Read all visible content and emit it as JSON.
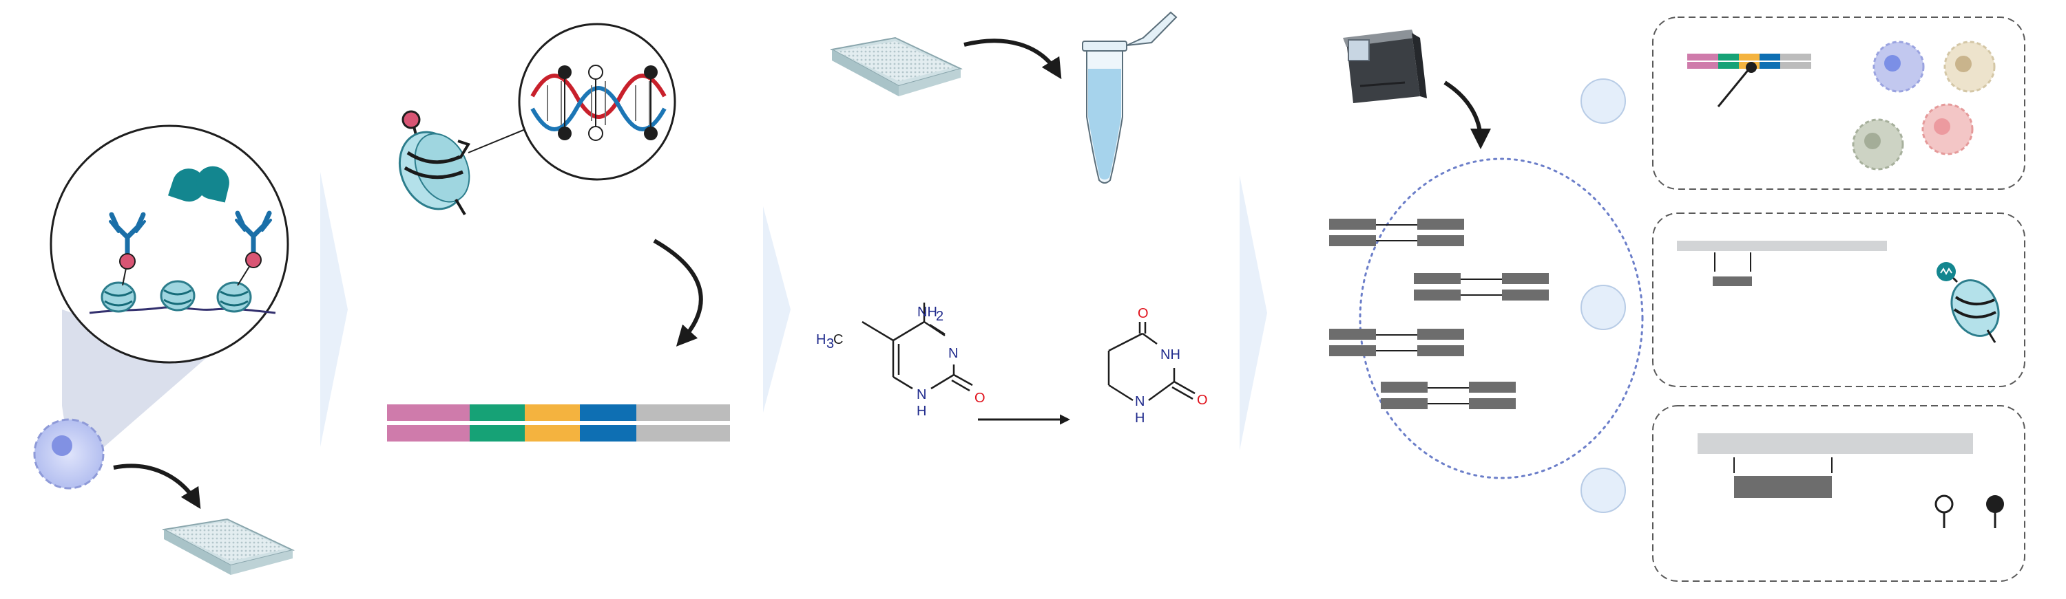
{
  "molecules": {
    "methylcytosine": {
      "amine": "NH",
      "amine_sub": "2",
      "ring_n_top": "N",
      "ring_nh": "N",
      "ring_nh_h": "H",
      "carbonyl_o": "O",
      "methyl": "H",
      "methyl_sub": "3",
      "methyl_c": "C"
    },
    "dihydrouracil": {
      "carbonyl_top": "O",
      "nh_upper": "NH",
      "nh_lower": "N",
      "nh_lower_h": "H",
      "carbonyl_side": "O"
    }
  },
  "colors": {
    "barcode_segments": [
      "#cf7bab",
      "#16a276",
      "#f4b33f",
      "#0e6fb3",
      "#bcbcbc"
    ],
    "nucleosome": "#9fd6e0",
    "nucleosome_edge": "#2c7d8c",
    "antibody": "#1a6fa8",
    "enzyme": "#13868f",
    "marker": "#d95574",
    "dna_red": "#c8202b",
    "dna_blue": "#1c76b5",
    "arrow": "#1b1b1b",
    "chevron": "#e8f0fa",
    "cell_fill": "#c4cdf0",
    "bead": "#e4eefa",
    "read_bar": "#6d6d6d",
    "light_bar": "#d2d4d6",
    "oxygen_red": "#e0111b",
    "nitrogen_blue": "#1f2a8c"
  },
  "icons": [
    "nucleus-zoom-icon",
    "cell-icon",
    "well-plate-icon",
    "nucleosome-icon",
    "dna-helix-icon",
    "microtube-icon",
    "sequencer-icon",
    "read-cluster-icon",
    "barcode-read-icon",
    "open-lollipop-icon",
    "filled-lollipop-icon"
  ]
}
